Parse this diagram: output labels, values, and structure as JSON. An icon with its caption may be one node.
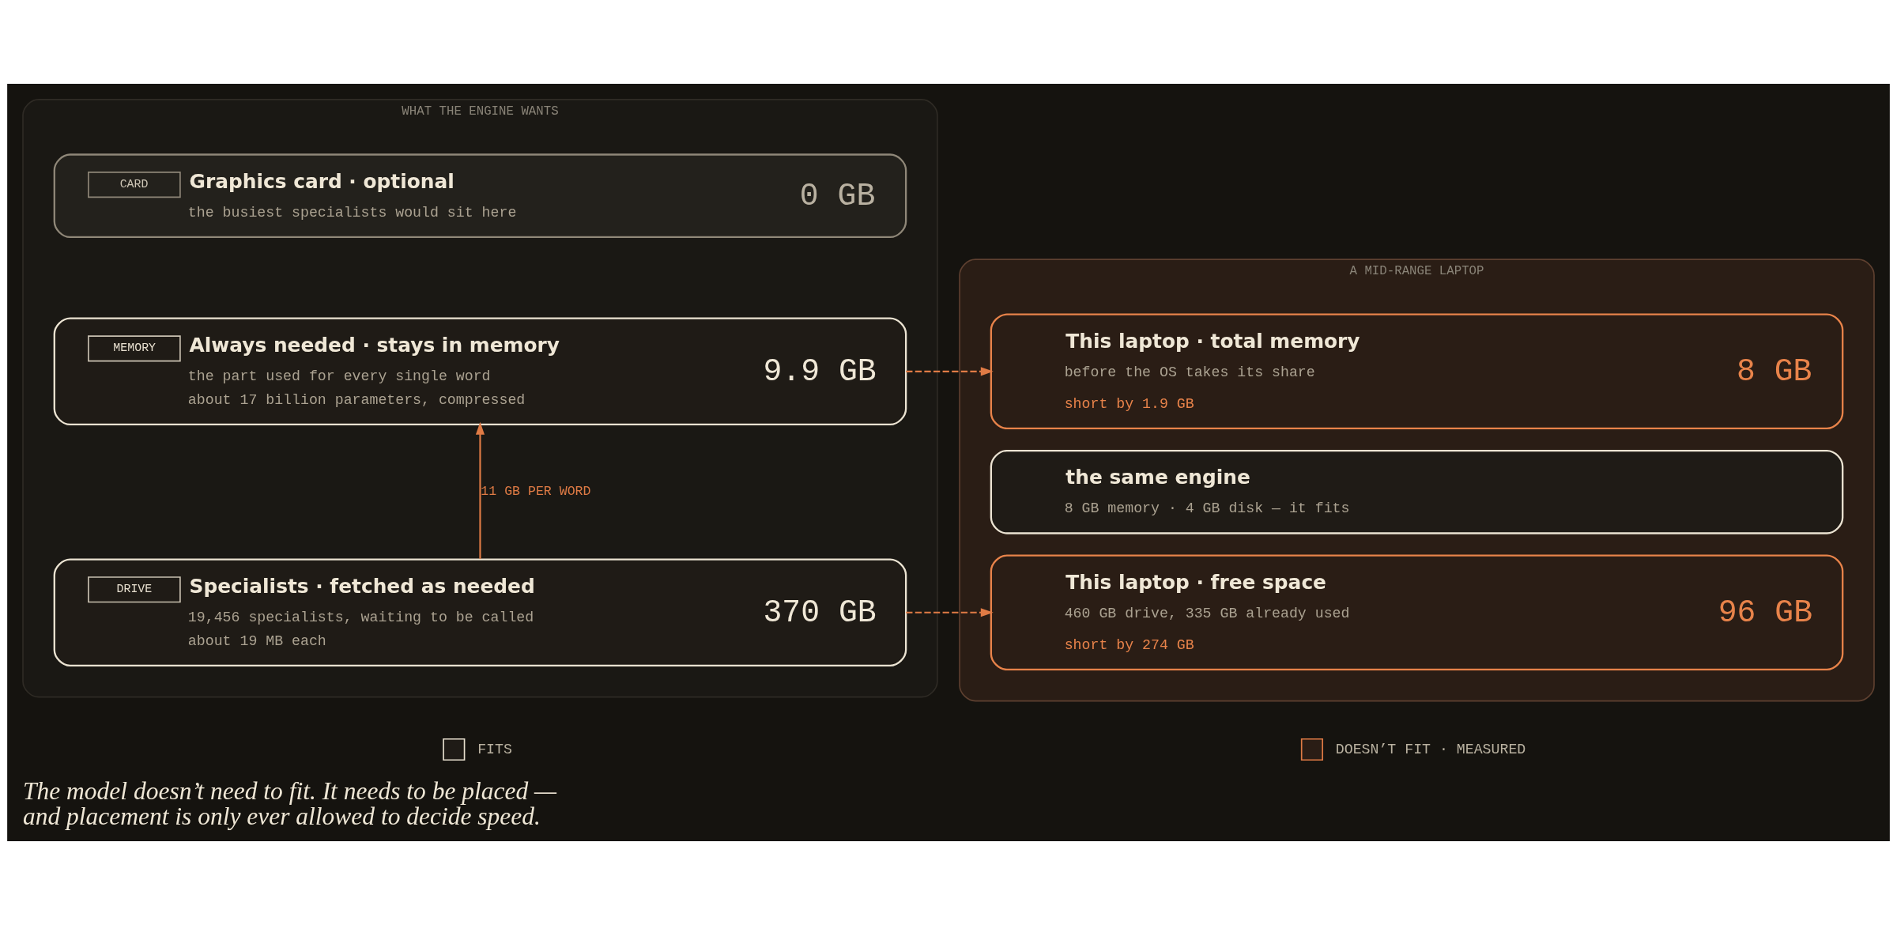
{
  "diagram": {
    "caption": "The model doesn’t need to fit. It needs to be placed — and placement is only ever allowed to decide speed.",
    "nodes": [
      {
        "text": [
          "WHAT THE ENGINE WANTS"
        ]
      },
      {
        "text": [
          "CARD",
          "Graphics card · optional",
          "the busiest specialists would sit here",
          "0 GB"
        ],
        "in": 0
      },
      {
        "text": [
          "MEMORY",
          "Always needed · stays in memory",
          "the part used for every single word",
          "about 17 billion parameters, compressed",
          "9.9 GB"
        ],
        "in": 0
      },
      {
        "text": [
          "DRIVE",
          "Specialists · fetched as needed",
          "19,456 specialists, waiting to be called",
          "about 19 MB each",
          "370 GB"
        ],
        "in": 0
      },
      {
        "text": [
          "A MID-RANGE LAPTOP"
        ]
      },
      {
        "text": [
          "This laptop · total memory",
          "before the OS takes its share",
          "short by 1.9 GB",
          "8 GB"
        ],
        "in": 4
      },
      {
        "text": [
          "the same engine",
          "8 GB memory · 4 GB disk — it fits"
        ],
        "in": 4
      },
      {
        "text": [
          "This laptop · free space",
          "460 GB drive, 335 GB already used",
          "short by 274 GB",
          "96 GB"
        ],
        "in": 4
      }
    ],
    "edges": [
      {
        "from": 3,
        "to": 2,
        "arrow": "to",
        "label": "11 GB PER WORD"
      },
      {
        "from": 2,
        "to": 5,
        "arrow": "to",
        "style": "dashed"
      },
      {
        "from": 3,
        "to": 7,
        "arrow": "to",
        "style": "dashed"
      }
    ],
    "legend": [
      {
        "text": "FITS",
        "color": "#e8e0cf"
      },
      {
        "text": "DOESN’T FIT · MEASURED",
        "color": "#e07b45"
      }
    ]
  }
}
